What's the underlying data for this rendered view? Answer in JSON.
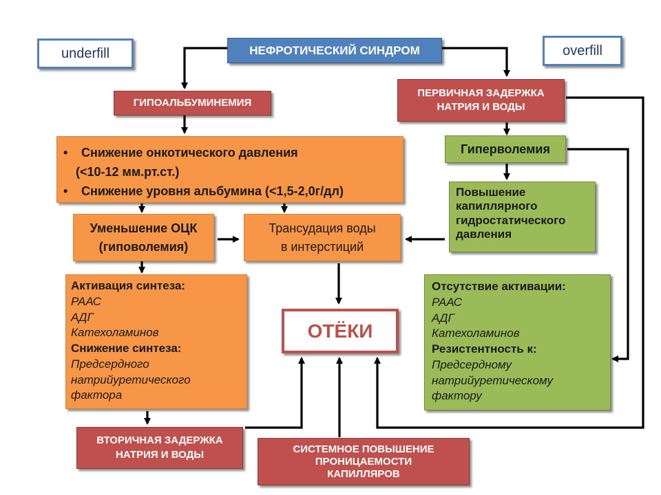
{
  "title": "НЕФРОТИЧЕСКИЙ СИНДРОМ",
  "labels": {
    "underfill": "underfill",
    "overfill": "overfill"
  },
  "hypo": "ГИПОАЛЬБУМИНЕМИЯ",
  "primary_retention": [
    "ПЕРВИЧНАЯ ЗАДЕРЖКА",
    "НАТРИЯ И ВОДЫ"
  ],
  "oncotic": {
    "bullet": "•",
    "line1": "Снижение онкотического давления",
    "line2": "(<10-12 мм.рт.ст.)",
    "line3": "Снижение уровня альбумина (<1,5-2,0г/дл)"
  },
  "hypervolemia": "Гиперволемия",
  "capillary_pressure": [
    "Повышение",
    "капиллярного",
    "гидростатического",
    "давления"
  ],
  "bcc": [
    "Уменьшение ОЦК",
    "(гиповолемия)"
  ],
  "transudation": [
    "Трансудация воды",
    "в интерстиций"
  ],
  "activation": {
    "heading": "Активация синтеза:",
    "items": [
      "РААС",
      "АДГ",
      "Катехоламинов"
    ],
    "heading2": "Снижение синтеза:",
    "items2": [
      "Предсердного",
      "натрийуретического",
      "фактора"
    ]
  },
  "edema": "ОТЁКИ",
  "no_activation": {
    "heading": "Отсутствие  активации:",
    "items": [
      "РААС",
      "АДГ",
      "Катехоламинов"
    ],
    "heading2": "Резистентность  к:",
    "items2": [
      "Предсердному",
      "натрийуретическому",
      "фактору"
    ]
  },
  "secondary_retention": [
    "ВТОРИЧНАЯ ЗАДЕРЖКА",
    "НАТРИЯ И ВОДЫ"
  ],
  "permeability": [
    "СИСТЕМНОЕ ПОВЫШЕНИЕ",
    "ПРОНИЦАЕМОСТИ",
    "КАПИЛЛЯРОВ"
  ],
  "colors": {
    "blue": "#4f81bd",
    "red": "#c0504d",
    "orange": "#f79646",
    "green": "#9bbb59"
  }
}
